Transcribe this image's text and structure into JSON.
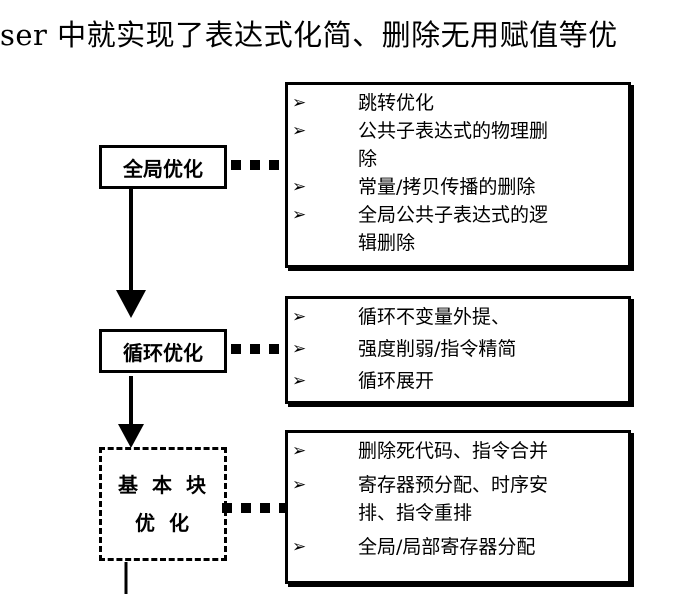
{
  "header": {
    "text": "ser 中就实现了表达式化简、删除无用赋值等优"
  },
  "stages": [
    {
      "label": "全局优化",
      "items": [
        "跳转优化",
        "公共子表达式的物理删",
        "除",
        "常量/拷贝传播的删除",
        "全局公共子表达式的逻",
        "辑删除"
      ]
    },
    {
      "label": "循环优化",
      "items": [
        "循环不变量外提、",
        "强度削弱/指令精简",
        "循环展开"
      ]
    },
    {
      "label_line1": "基本块",
      "label_line2": "优化",
      "items": [
        "删除死代码、指令合并",
        "寄存器预分配、时序安",
        "排、指令重排",
        "全局/局部寄存器分配"
      ]
    }
  ],
  "bullet_symbol": "➢"
}
